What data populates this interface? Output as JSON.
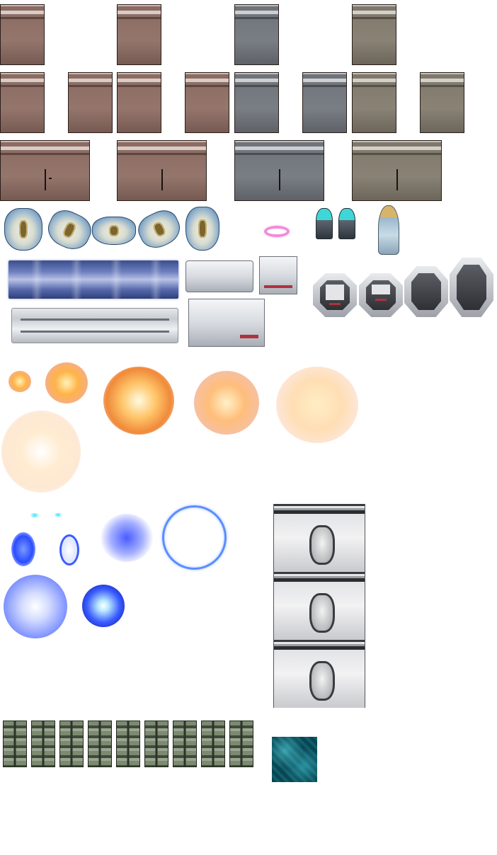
{
  "sheet": {
    "background": "#ffffff",
    "wall_colors": {
      "rust": "#8b6a60",
      "steel": "#6e737a",
      "khaki": "#7f786a"
    },
    "sprite_groups": [
      "wall-corner-tiles",
      "wall-edge-tiles",
      "wall-double-tiles",
      "hover-vehicles",
      "pink-ring",
      "turrets",
      "robed-figure",
      "blue-bar",
      "metal-bar",
      "metal-containers",
      "octagonal-pods",
      "explosions",
      "blue-energy-effects",
      "mask-panel-column",
      "floor-tiles",
      "water-tile"
    ],
    "effect_colors": {
      "explosion_core": "#fff2b8",
      "explosion_mid": "#ffb347",
      "explosion_outer": "#f07a2a",
      "energy_blue": "#3a5cff",
      "energy_cyan": "#37e8ff",
      "ring_pink": "#f28ad8",
      "water": "#0f5e6c"
    }
  }
}
